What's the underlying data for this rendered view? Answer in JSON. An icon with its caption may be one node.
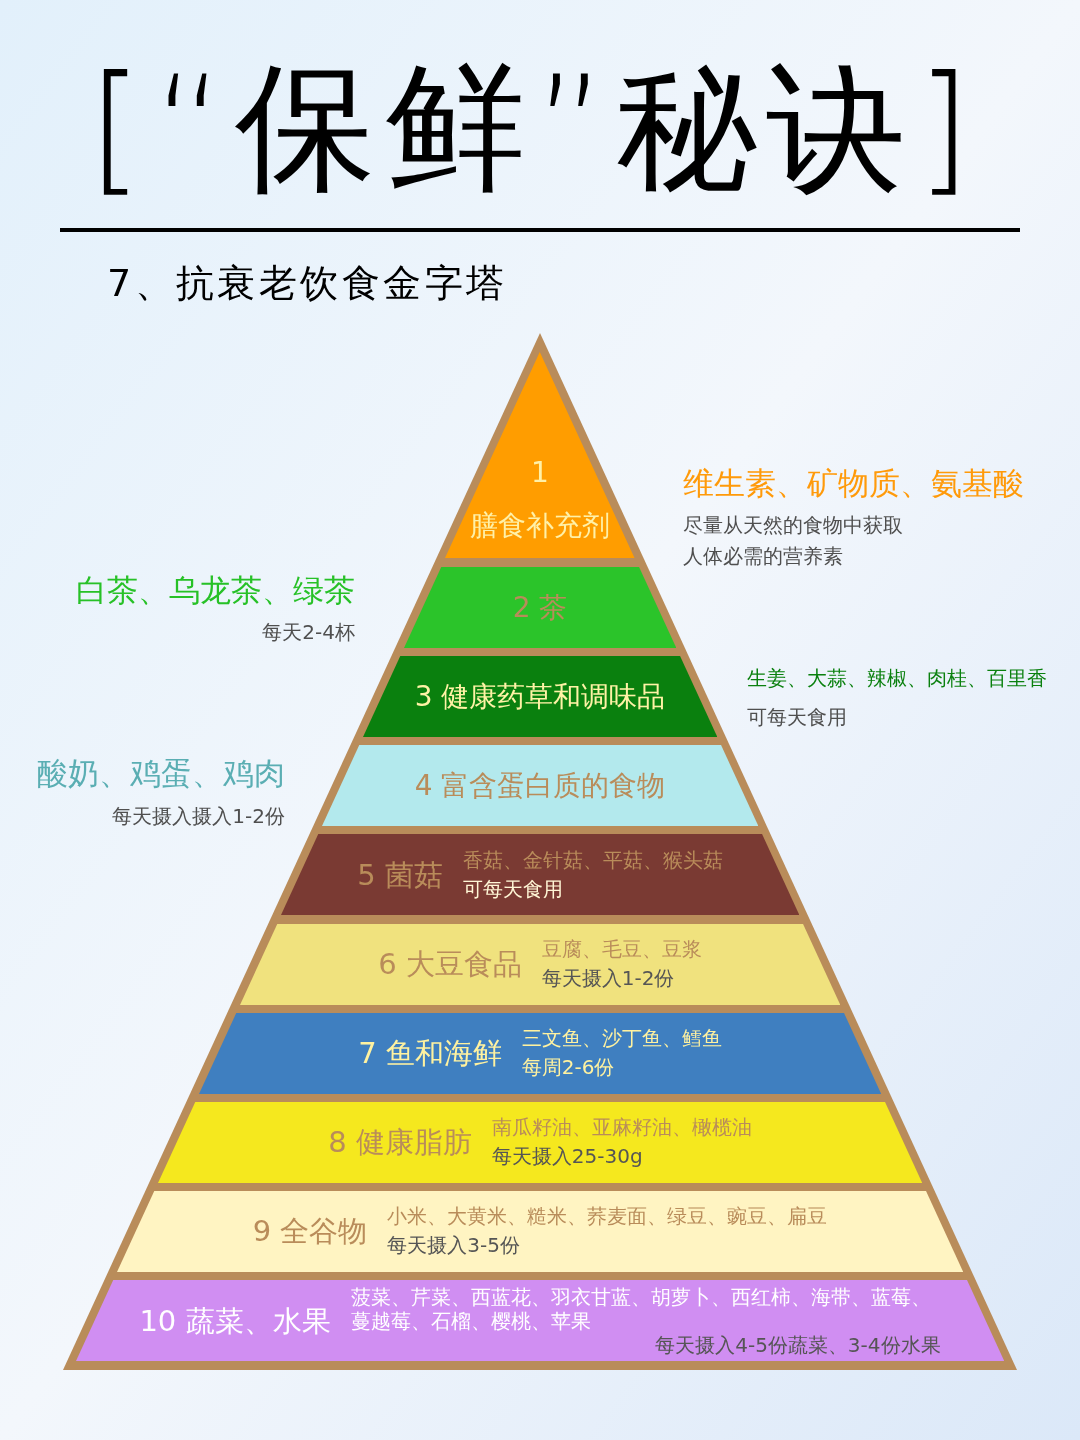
{
  "diagram": {
    "title": "[“保鲜”秘诀]",
    "nodes": [
      {
        "text": [
          "1",
          "膳食补充剂"
        ],
        "beside": [
          "维生素、矿物质、氨基酸",
          "尽量从天然的食物中获取人体必需的营养素"
        ]
      },
      {
        "text": [
          "2 茶"
        ],
        "beside": [
          "白茶、乌龙茶、绿茶",
          "每天2-4杯"
        ]
      },
      {
        "text": [
          "3 健康药草和调味品"
        ],
        "beside": [
          "生姜、大蒜、辣椒、肉桂、百里香",
          "可每天食用"
        ]
      },
      {
        "text": [
          "4 富含蛋白质的食物"
        ],
        "beside": [
          "酸奶、鸡蛋、鸡肉",
          "每天摄入摄入1-2份"
        ]
      },
      {
        "text": [
          "5 菌菇",
          "香菇、金针菇、平菇、猴头菇",
          "可每天食用"
        ]
      },
      {
        "text": [
          "6 大豆食品",
          "豆腐、毛豆、豆浆",
          "每天摄入1-2份"
        ]
      },
      {
        "text": [
          "7 鱼和海鲜",
          "三文鱼、沙丁鱼、鳕鱼",
          "每周2-6份"
        ]
      },
      {
        "text": [
          "8 健康脂肪",
          "南瓜籽油、亚麻籽油、橄榄油",
          "每天摄入25-30g"
        ]
      },
      {
        "text": [
          "9 全谷物",
          "小米、大黄米、糙米、荞麦面、绿豆、豌豆、扁豆",
          "每天摄入3-5份"
        ]
      },
      {
        "text": [
          "10 蔬菜、水果",
          "菠菜、芹菜、西蓝花、羽衣甘蓝、胡萝卜、西红柿、海带、蓝莓、蔓越莓、石榴、樱桃、苹果",
          "每天摄入4-5份蔬菜、3-4份水果"
        ]
      }
    ],
    "labels": [
      "7、抗衰老饮食金字塔"
    ]
  }
}
